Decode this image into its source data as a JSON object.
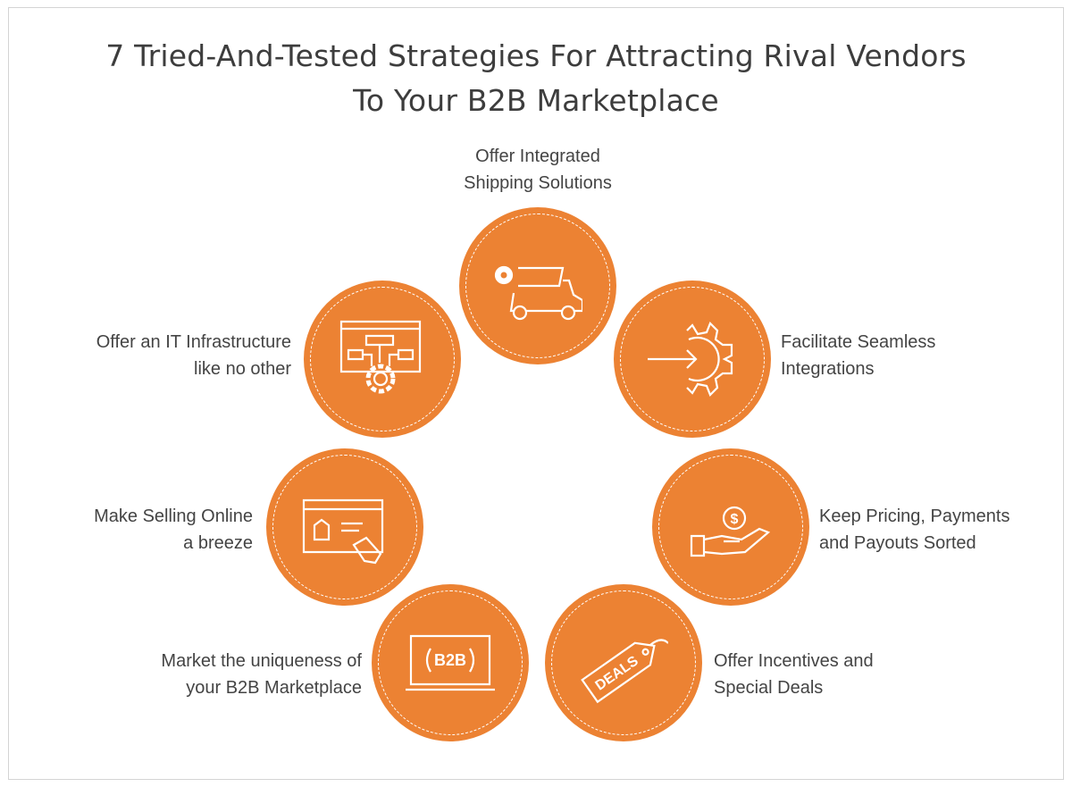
{
  "title": {
    "line1": "7 Tried-And-Tested Strategies For Attracting Rival Vendors",
    "line2": "To Your B2B Marketplace"
  },
  "accent_color": "#ec8233",
  "strategies": [
    {
      "line1": "Offer Integrated",
      "line2": "Shipping Solutions",
      "icon": "truck-gear-icon"
    },
    {
      "line1": "Facilitate Seamless",
      "line2": "Integrations",
      "icon": "arrow-gear-icon"
    },
    {
      "line1": "Keep Pricing, Payments",
      "line2": "and Payouts Sorted",
      "icon": "hand-coin-icon"
    },
    {
      "line1": "Offer Incentives and",
      "line2": "Special Deals",
      "icon": "deals-tag-icon",
      "tag_text": "DEALS"
    },
    {
      "line1": "Market the uniqueness of",
      "line2": "your B2B Marketplace",
      "icon": "b2b-laptop-icon",
      "badge_text": "B2B"
    },
    {
      "line1": "Make Selling Online",
      "line2": "a breeze",
      "icon": "online-store-click-icon"
    },
    {
      "line1": "Offer an IT Infrastructure",
      "line2": "like no other",
      "icon": "it-infrastructure-icon"
    }
  ]
}
